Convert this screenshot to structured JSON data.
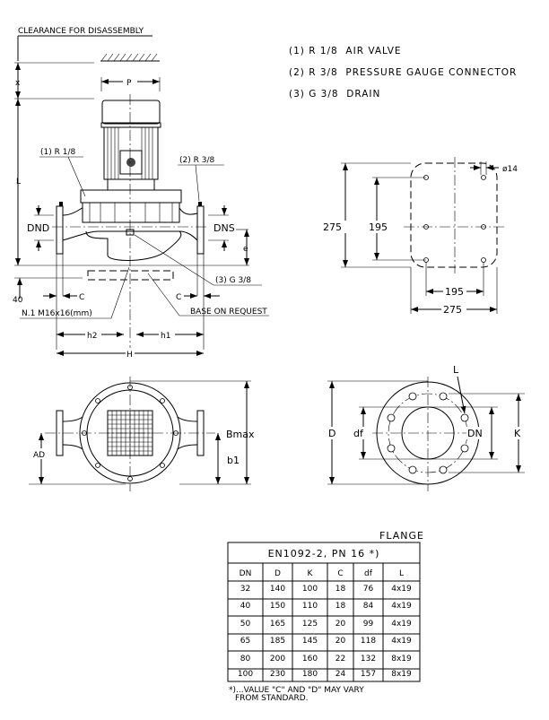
{
  "side_view": {
    "clearance": "CLEARANCE FOR DISASSEMBLY",
    "x": "x",
    "p": "P",
    "l": "L",
    "air_valve_tag": "(1) R 1/8",
    "gauge_tag": "(2) R 3/8",
    "drain_tag": "(3) G 3/8",
    "dnd": "DND",
    "dns": "DNS",
    "e": "e",
    "forty": "40",
    "c_left": "C",
    "c_right": "C",
    "bolt": "N.1 M16x16(mm)",
    "base": "BASE ON REQUEST",
    "h2": "h2",
    "h1": "h1",
    "h": "H"
  },
  "legend": [
    "(1) R 1/8  AIR VALVE",
    "(2) R 3/8  PRESSURE GAUGE CONNECTOR",
    "(3) G 3/8  DRAIN"
  ],
  "base_view": {
    "outer_v": "275",
    "inner_v": "195",
    "inner_h": "195",
    "outer_h": "275",
    "hole": "ø14"
  },
  "top_view": {
    "ad": "AD",
    "bmax": "Bmax",
    "b1": "b1"
  },
  "flange_view": {
    "d": "D",
    "df": "df",
    "dn": "DN",
    "k": "K",
    "l": "L"
  },
  "table": {
    "caption": "FLANGE",
    "title": "EN1092-2, PN 16 *)",
    "headers": [
      "DN",
      "D",
      "K",
      "C",
      "df",
      "L"
    ],
    "rows": [
      [
        "32",
        "140",
        "100",
        "18",
        "76",
        "4x19"
      ],
      [
        "40",
        "150",
        "110",
        "18",
        "84",
        "4x19"
      ],
      [
        "50",
        "165",
        "125",
        "20",
        "99",
        "4x19"
      ],
      [
        "65",
        "185",
        "145",
        "20",
        "118",
        "4x19"
      ],
      [
        "80",
        "200",
        "160",
        "22",
        "132",
        "8x19"
      ],
      [
        "100",
        "230",
        "180",
        "24",
        "157",
        "8x19"
      ]
    ],
    "note_line1": "*)...VALUE \"C\" AND \"D\" MAY VARY",
    "note_line2": "FROM STANDARD."
  }
}
